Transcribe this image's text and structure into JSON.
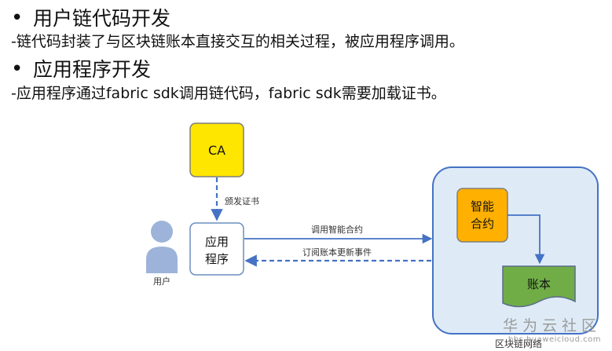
{
  "section1": {
    "bullet": "•",
    "title": "用户链代码开发",
    "desc": "-链代码封装了与区块链账本直接交互的相关过程，被应用程序调用。"
  },
  "section2": {
    "bullet": "•",
    "title": "应用程序开发",
    "desc": "-应用程序通过fabric sdk调用链代码，fabric sdk需要加载证书。"
  },
  "diagram": {
    "ca_label": "CA",
    "issue_cert_label": "颁发证书",
    "app_label_line1": "应用",
    "app_label_line2": "程序",
    "user_label": "用户",
    "call_contract_label": "调用智能合约",
    "subscribe_label": "订阅账本更新事件",
    "contract_label_line1": "智能",
    "contract_label_line2": "合约",
    "ledger_label": "账本",
    "network_label": "区块链网络",
    "colors": {
      "ca_fill": "#FFE600",
      "ca_stroke": "#7F7F7F",
      "app_stroke": "#6C8EBF",
      "user_fill": "#9DB3D9",
      "arrow": "#4472C4",
      "network_fill": "#DEEBF7",
      "network_stroke": "#4472C4",
      "contract_fill": "#FFB000",
      "contract_stroke": "#7F7F7F",
      "ledger_fill": "#70AD47",
      "ledger_stroke": "#5B6B8C"
    }
  },
  "watermark": {
    "main": "华为云社区",
    "sub": "bbs.huaweicloud.com"
  }
}
